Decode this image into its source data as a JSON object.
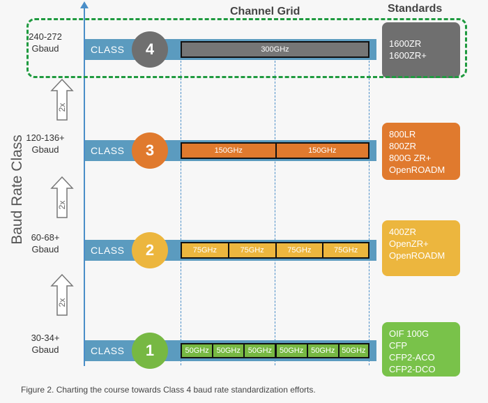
{
  "headers": {
    "channel_grid": "Channel Grid",
    "standards": "Standards"
  },
  "y_axis_label": "Baud Rate Class",
  "multiplier_label": "2x",
  "classes": [
    {
      "id": 4,
      "number": "4",
      "label": "CLASS",
      "baud_line1": "240-272",
      "baud_line2": "Gbaud",
      "circle_color": "#6f6f6f",
      "cell_color": "#767676",
      "std_color": "#6f6f6f",
      "cells": [
        "300GHz"
      ],
      "standards": [
        "1600ZR",
        "1600ZR+"
      ]
    },
    {
      "id": 3,
      "number": "3",
      "label": "CLASS",
      "baud_line1": "120-136+",
      "baud_line2": "Gbaud",
      "circle_color": "#e07a2e",
      "cell_color": "#e07a2e",
      "std_color": "#e07a2e",
      "cells": [
        "150GHz",
        "150GHz"
      ],
      "standards": [
        "800LR",
        "800ZR",
        "800G ZR+",
        "OpenROADM"
      ]
    },
    {
      "id": 2,
      "number": "2",
      "label": "CLASS",
      "baud_line1": "60-68+",
      "baud_line2": "Gbaud",
      "circle_color": "#ecb63e",
      "cell_color": "#ecb63e",
      "std_color": "#ecb63e",
      "cells": [
        "75GHz",
        "75GHz",
        "75GHz",
        "75GHz"
      ],
      "standards": [
        "400ZR",
        "OpenZR+",
        "OpenROADM"
      ]
    },
    {
      "id": 1,
      "number": "1",
      "label": "CLASS",
      "baud_line1": "30-34+",
      "baud_line2": "Gbaud",
      "circle_color": "#77b843",
      "cell_color": "#77b843",
      "std_color": "#79c24a",
      "cells": [
        "50GHz",
        "50GHz",
        "50GHz",
        "50GHz",
        "50GHz",
        "50GHz"
      ],
      "standards": [
        "OIF 100G",
        "CFP",
        "CFP2-ACO",
        "CFP2-DCO"
      ]
    }
  ],
  "highlight_color": "#1f9a3f",
  "caption": "Figure 2.  Charting the course towards Class 4 baud rate standardization efforts."
}
